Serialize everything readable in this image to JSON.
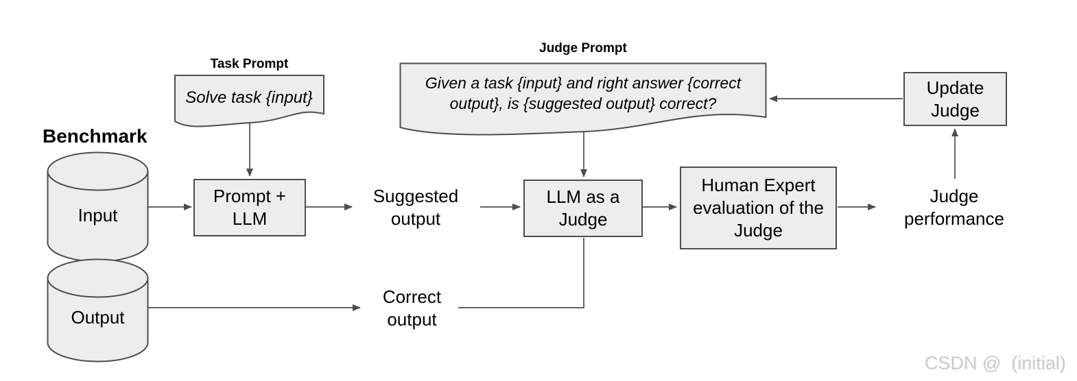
{
  "diagram": {
    "benchmark": {
      "title": "Benchmark",
      "input_label": "Input",
      "output_label": "Output"
    },
    "task_prompt": {
      "label": "Task Prompt",
      "text": "Solve task {input}"
    },
    "judge_prompt": {
      "label": "Judge Prompt",
      "text": "Given a task {input} and right answer {correct output}, is {suggested output} correct?"
    },
    "nodes": {
      "prompt_llm": "Prompt + LLM",
      "llm_judge": "LLM as a Judge",
      "human_expert": "Human Expert evaluation of the Judge",
      "update_judge": "Update Judge"
    },
    "flow_labels": {
      "suggested_output": "Suggested output",
      "correct_output": "Correct output",
      "judge_performance": "Judge performance"
    },
    "colors": {
      "shape_fill": "#ededed",
      "shape_stroke": "#4d4d4d",
      "text": "#000000",
      "watermark": "#cccccc"
    }
  },
  "watermark": {
    "text": "CSDN @  (initial)"
  }
}
